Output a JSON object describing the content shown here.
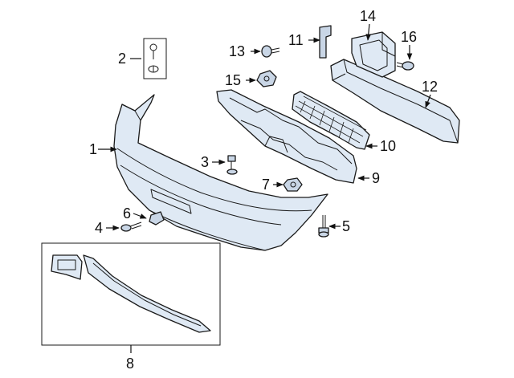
{
  "callouts": {
    "p1": "1",
    "p2": "2",
    "p3": "3",
    "p4": "4",
    "p5": "5",
    "p6": "6",
    "p7": "7",
    "p8": "8",
    "p9": "9",
    "p10": "10",
    "p11": "11",
    "p12": "12",
    "p13": "13",
    "p14": "14",
    "p15": "15",
    "p16": "16"
  },
  "colors": {
    "part_fill": "#dfe9f4",
    "line": "#1a1a1a"
  }
}
